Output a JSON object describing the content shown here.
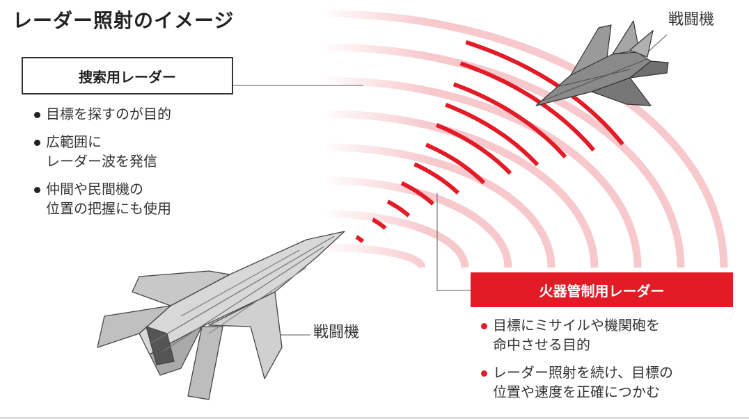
{
  "title": "レーダー照射のイメージ",
  "search_radar": {
    "label": "捜索用レーダー",
    "bullets": [
      "目標を探すのが目的",
      "広範囲に\nレーダー波を発信",
      "仲間や民間機の\n位置の把握にも使用"
    ]
  },
  "fire_control_radar": {
    "label": "火器管制用レーダー",
    "bullets": [
      "目標にミサイルや機関砲を\n命中させる目的",
      "レーダー照射を続け、目標の\n位置や速度を正確につかむ"
    ]
  },
  "jets": {
    "target_label": "戦闘機",
    "source_label": "戦闘機"
  },
  "colors": {
    "accent_red": "#e21b26",
    "wave_pink": "#f4b6bb",
    "jet_gray": "#bdbdbd",
    "text": "#333333"
  }
}
